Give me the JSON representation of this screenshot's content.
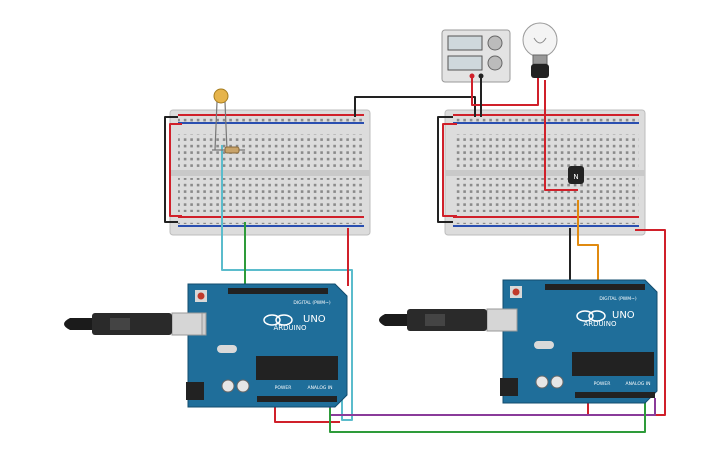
{
  "boards": {
    "left": {
      "brand": "ARDUINO",
      "model": "UNO",
      "digital_label": "DIGITAL (PWM~)",
      "power_label": "POWER",
      "analog_label": "ANALOG IN"
    },
    "right": {
      "brand": "ARDUINO",
      "model": "UNO",
      "digital_label": "DIGITAL (PWM~)",
      "power_label": "POWER",
      "analog_label": "ANALOG IN"
    }
  },
  "transistor": {
    "label": "N"
  },
  "colors": {
    "board": "#1f6e9a",
    "breadboard": "#d9d9d9",
    "wire_red": "#d0202a",
    "wire_black": "#222222",
    "wire_green": "#2e9b3a",
    "wire_cyan": "#5bbccc",
    "wire_purple": "#8a3b9a",
    "wire_orange": "#e08a10"
  },
  "icons": [
    "usb-cable-icon",
    "lightbulb-icon",
    "power-supply-icon",
    "photoresistor-icon",
    "resistor-icon",
    "transistor-icon"
  ]
}
